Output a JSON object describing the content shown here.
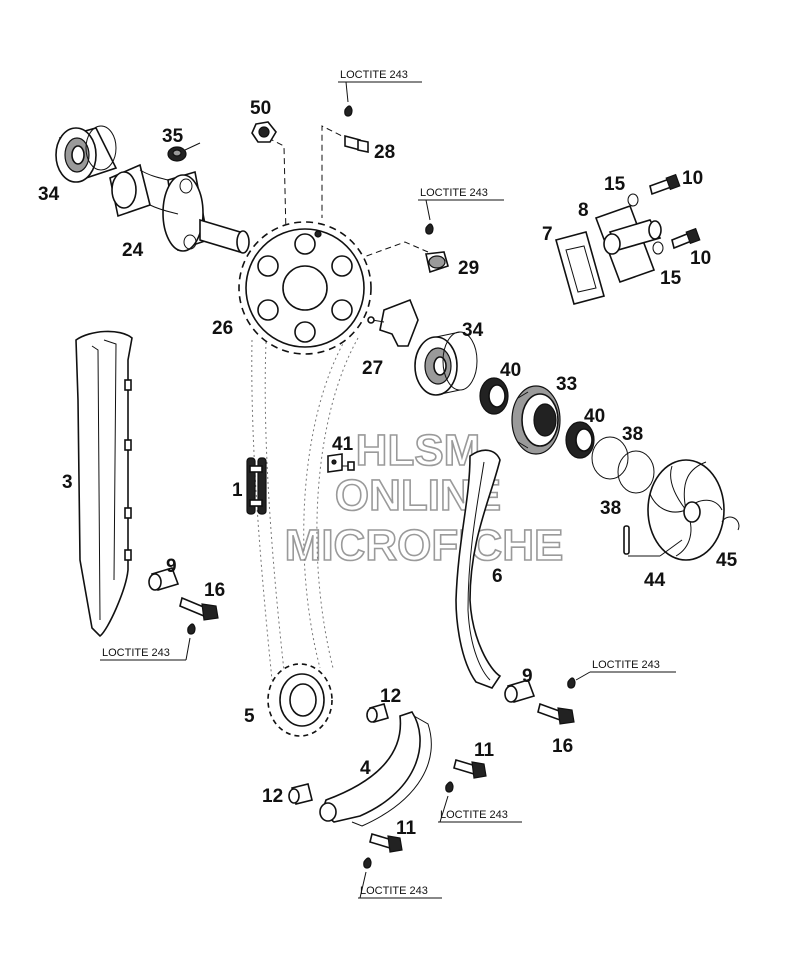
{
  "watermark": [
    "HLSM",
    "ONLINE",
    "MICROFICHE"
  ],
  "callouts": {
    "p1": "1",
    "p3": "3",
    "p4": "4",
    "p5": "5",
    "p6": "6",
    "p7": "7",
    "p8": "8",
    "p9a": "9",
    "p9b": "9",
    "p10a": "10",
    "p10b": "10",
    "p11a": "11",
    "p11b": "11",
    "p12a": "12",
    "p12b": "12",
    "p15a": "15",
    "p15b": "15",
    "p16a": "16",
    "p16b": "16",
    "p24": "24",
    "p26": "26",
    "p27": "27",
    "p28": "28",
    "p29": "29",
    "p33": "33",
    "p34a": "34",
    "p34b": "34",
    "p35": "35",
    "p38a": "38",
    "p38b": "38",
    "p40a": "40",
    "p40b": "40",
    "p41": "41",
    "p44": "44",
    "p45": "45",
    "p50": "50"
  },
  "loctite": {
    "l1": "LOCTITE 243",
    "l2": "LOCTITE 243",
    "l3": "LOCTITE 243",
    "l4": "LOCTITE 243",
    "l5": "LOCTITE 243",
    "l6": "LOCTITE 243"
  },
  "colors": {
    "ink": "#111111",
    "watermark": "#9a9a9a",
    "background": "#ffffff"
  }
}
